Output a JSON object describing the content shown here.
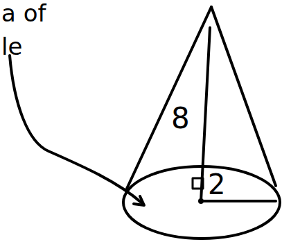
{
  "diagram": {
    "labels": [
      "a of",
      "le",
      "8",
      "2"
    ]
  }
}
